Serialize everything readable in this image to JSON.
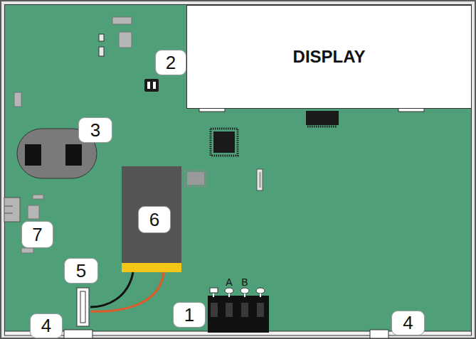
{
  "diagram": {
    "nodes": [
      {
        "text": [
          "DISPLAY"
        ]
      }
    ],
    "labels": [
      "2",
      "3",
      "6",
      "7",
      "5",
      "A",
      "B",
      "1",
      "4",
      "4"
    ]
  }
}
